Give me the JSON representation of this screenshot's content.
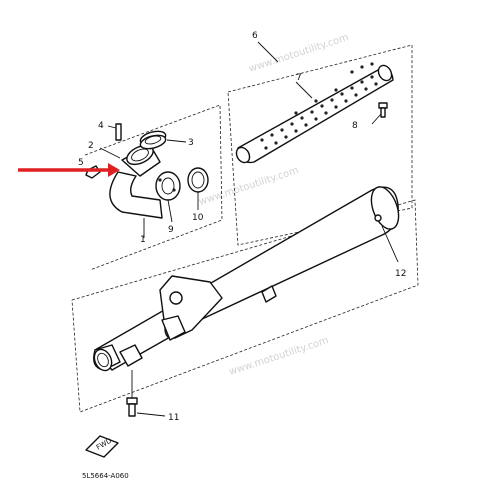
{
  "diagram": {
    "callouts": [
      {
        "id": "n1",
        "text": "1"
      },
      {
        "id": "n2",
        "text": "2"
      },
      {
        "id": "n3",
        "text": "3"
      },
      {
        "id": "n4",
        "text": "4"
      },
      {
        "id": "n5",
        "text": "5"
      },
      {
        "id": "n6",
        "text": "6"
      },
      {
        "id": "n7",
        "text": "7"
      },
      {
        "id": "n8",
        "text": "8"
      },
      {
        "id": "n9",
        "text": "9"
      },
      {
        "id": "n10",
        "text": "10"
      },
      {
        "id": "n11",
        "text": "11"
      },
      {
        "id": "n12",
        "text": "12"
      }
    ],
    "diagram_code": "5L5664-A060",
    "watermark": "www.motoutility.com",
    "highlight_color": "#e02020"
  }
}
